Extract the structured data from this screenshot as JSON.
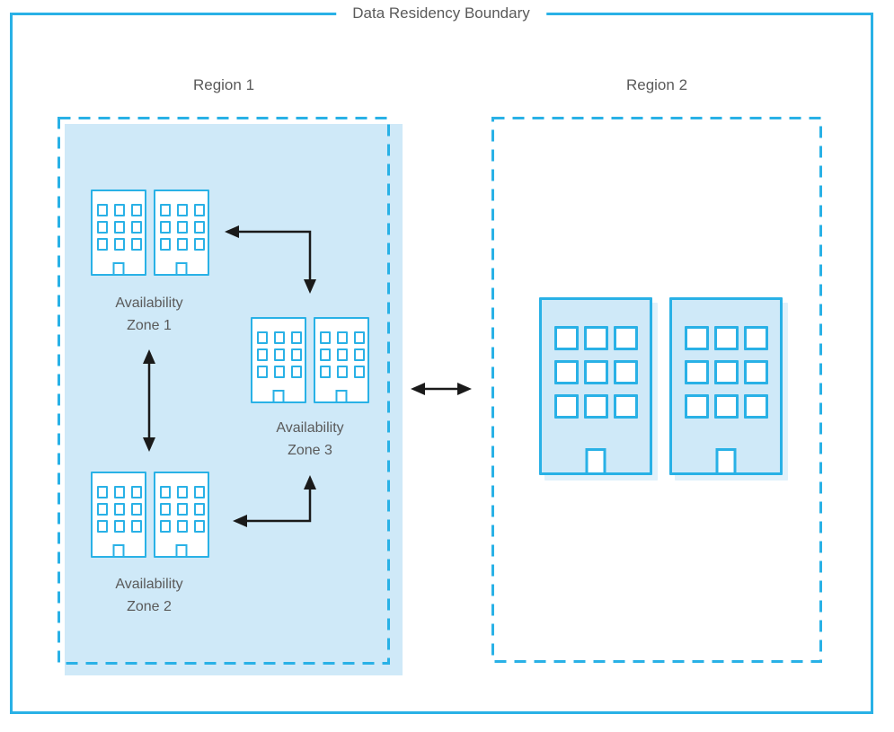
{
  "title": "Data Residency Boundary",
  "regions": [
    {
      "label": "Region 1",
      "zones": [
        {
          "label": "Availability\nZone 1"
        },
        {
          "label": "Availability\nZone 2"
        },
        {
          "label": "Availability\nZone 3"
        }
      ]
    },
    {
      "label": "Region 2"
    }
  ],
  "icons": {
    "building": "building-icon",
    "arrows": [
      "elbow-arrow-az1-az3",
      "double-arrow-az1-az2",
      "elbow-arrow-az2-az3",
      "double-arrow-region1-region2"
    ]
  },
  "colors": {
    "accent": "#29b1e6",
    "region_fill": "#cfe9f8",
    "label_text": "#5a5a5a",
    "arrow": "#1a1a1a"
  }
}
